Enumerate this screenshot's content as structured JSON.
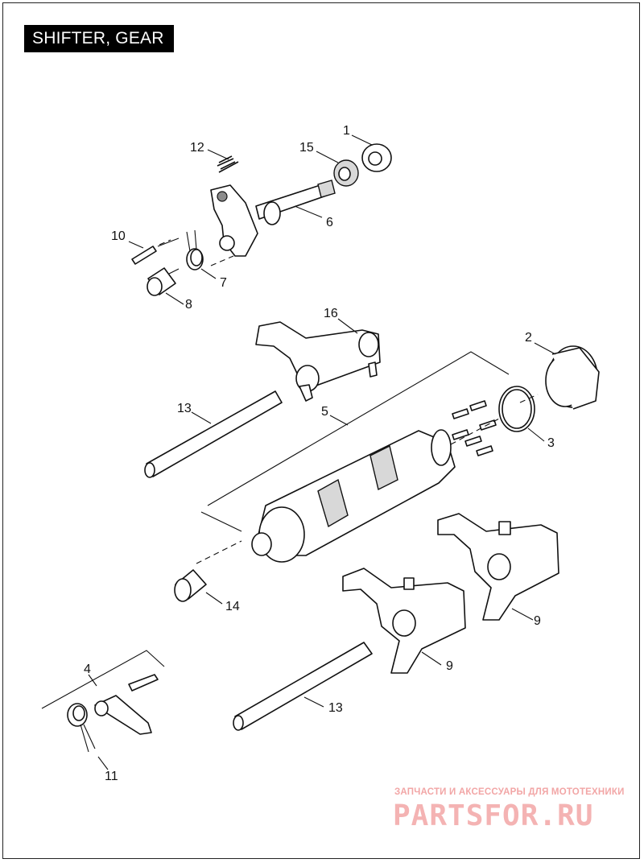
{
  "title": "SHIFTER, GEAR",
  "callouts": [
    {
      "id": "c1",
      "label": "1"
    },
    {
      "id": "c2",
      "label": "2"
    },
    {
      "id": "c3",
      "label": "3"
    },
    {
      "id": "c4",
      "label": "4"
    },
    {
      "id": "c5",
      "label": "5"
    },
    {
      "id": "c6",
      "label": "6"
    },
    {
      "id": "c7",
      "label": "7"
    },
    {
      "id": "c8",
      "label": "8"
    },
    {
      "id": "c9a",
      "label": "9"
    },
    {
      "id": "c9b",
      "label": "9"
    },
    {
      "id": "c10",
      "label": "10"
    },
    {
      "id": "c11",
      "label": "11"
    },
    {
      "id": "c12",
      "label": "12"
    },
    {
      "id": "c13a",
      "label": "13"
    },
    {
      "id": "c13b",
      "label": "13"
    },
    {
      "id": "c14",
      "label": "14"
    },
    {
      "id": "c15",
      "label": "15"
    },
    {
      "id": "c16",
      "label": "16"
    }
  ],
  "watermark": {
    "subtitle": "ЗАПЧАСТИ И АКСЕССУАРЫ ДЛЯ МОТОТЕХНИКИ",
    "logo": "PARTSFOR.RU",
    "color": "#f4b3b3"
  }
}
